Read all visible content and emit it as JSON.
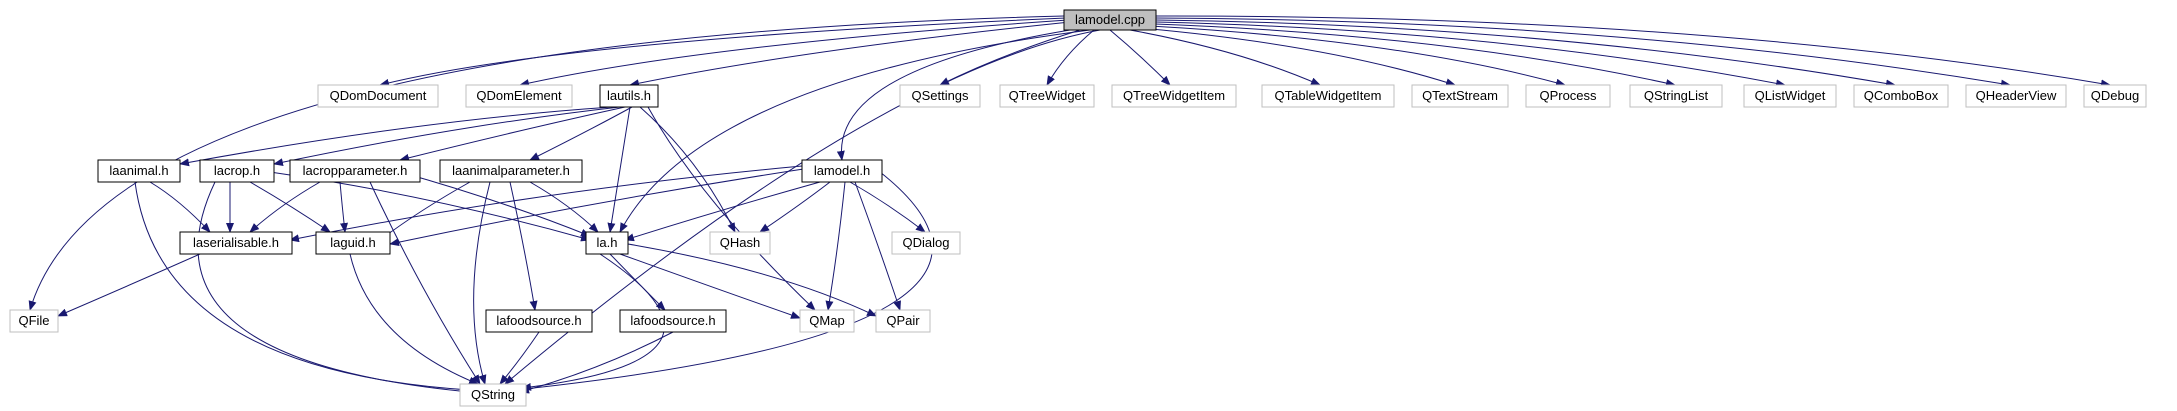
{
  "graph": {
    "colors": {
      "edge": "#191970",
      "root_fill": "#bfbfbf",
      "local_border": "#000000",
      "external_border": "#bfbfbf"
    },
    "nodes": [
      {
        "id": "lamodel_cpp",
        "label": "lamodel.cpp",
        "kind": "root"
      },
      {
        "id": "QDomDocument",
        "label": "QDomDocument",
        "kind": "external"
      },
      {
        "id": "QDomElement",
        "label": "QDomElement",
        "kind": "external"
      },
      {
        "id": "lautils_h",
        "label": "lautils.h",
        "kind": "local"
      },
      {
        "id": "QSettings",
        "label": "QSettings",
        "kind": "external"
      },
      {
        "id": "QTreeWidget",
        "label": "QTreeWidget",
        "kind": "external"
      },
      {
        "id": "QTreeWidgetItem",
        "label": "QTreeWidgetItem",
        "kind": "external"
      },
      {
        "id": "QTableWidgetItem",
        "label": "QTableWidgetItem",
        "kind": "external"
      },
      {
        "id": "QTextStream",
        "label": "QTextStream",
        "kind": "external"
      },
      {
        "id": "QProcess",
        "label": "QProcess",
        "kind": "external"
      },
      {
        "id": "QStringList",
        "label": "QStringList",
        "kind": "external"
      },
      {
        "id": "QListWidget",
        "label": "QListWidget",
        "kind": "external"
      },
      {
        "id": "QComboBox",
        "label": "QComboBox",
        "kind": "external"
      },
      {
        "id": "QHeaderView",
        "label": "QHeaderView",
        "kind": "external"
      },
      {
        "id": "QDebug",
        "label": "QDebug",
        "kind": "external"
      },
      {
        "id": "laanimal_h",
        "label": "laanimal.h",
        "kind": "local"
      },
      {
        "id": "lacrop_h",
        "label": "lacrop.h",
        "kind": "local"
      },
      {
        "id": "lacropparameter_h",
        "label": "lacropparameter.h",
        "kind": "local"
      },
      {
        "id": "laanimalparameter_h",
        "label": "laanimalparameter.h",
        "kind": "local"
      },
      {
        "id": "lamodel_h",
        "label": "lamodel.h",
        "kind": "local"
      },
      {
        "id": "laserialisable_h",
        "label": "laserialisable.h",
        "kind": "local"
      },
      {
        "id": "laguid_h",
        "label": "laguid.h",
        "kind": "local"
      },
      {
        "id": "la_h",
        "label": "la.h",
        "kind": "local"
      },
      {
        "id": "QHash",
        "label": "QHash",
        "kind": "external"
      },
      {
        "id": "QDialog",
        "label": "QDialog",
        "kind": "external"
      },
      {
        "id": "QFile",
        "label": "QFile",
        "kind": "external"
      },
      {
        "id": "lafoodsource_h_a",
        "label": "lafoodsource.h",
        "kind": "local"
      },
      {
        "id": "lafoodsource_h_b",
        "label": "lafoodsource.h",
        "kind": "local"
      },
      {
        "id": "QMap",
        "label": "QMap",
        "kind": "external"
      },
      {
        "id": "QPair",
        "label": "QPair",
        "kind": "external"
      },
      {
        "id": "QString",
        "label": "QString",
        "kind": "external"
      }
    ]
  }
}
